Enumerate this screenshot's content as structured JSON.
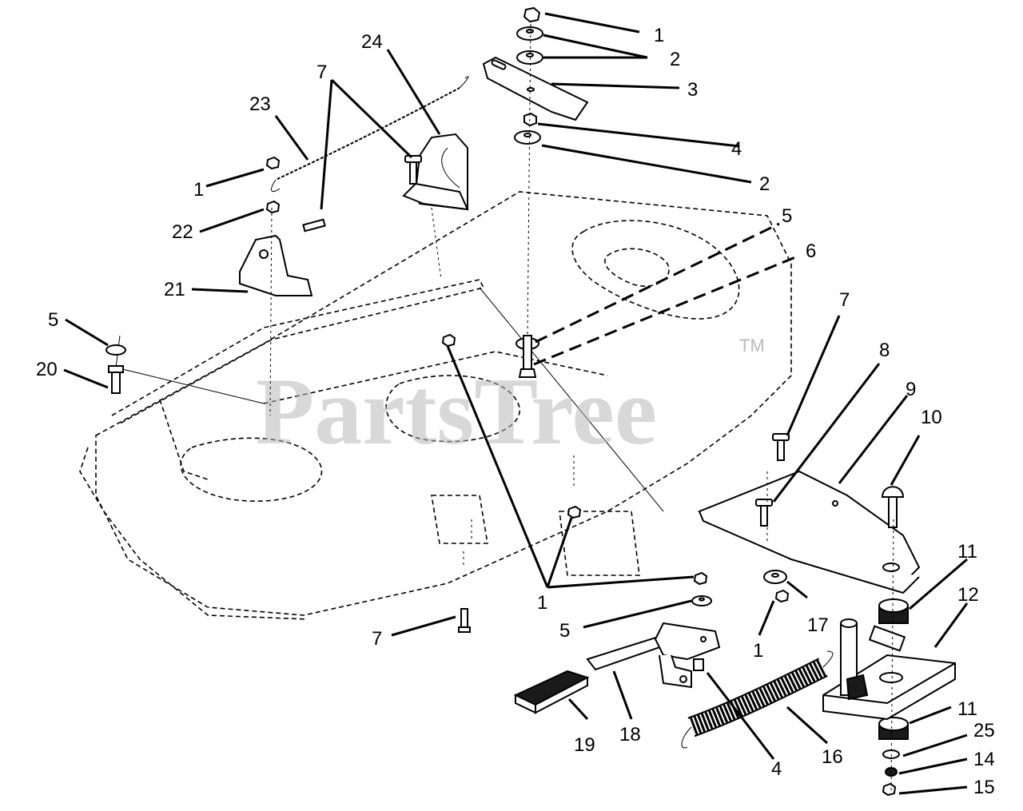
{
  "watermark": {
    "text": "PartsTree",
    "trademark": "TM"
  },
  "callouts": [
    {
      "id": "c1a",
      "label": "1"
    },
    {
      "id": "c2a",
      "label": "2"
    },
    {
      "id": "c3",
      "label": "3"
    },
    {
      "id": "c4a",
      "label": "4"
    },
    {
      "id": "c2b",
      "label": "2"
    },
    {
      "id": "c24",
      "label": "24"
    },
    {
      "id": "c7a",
      "label": "7"
    },
    {
      "id": "c23",
      "label": "23"
    },
    {
      "id": "c1b",
      "label": "1"
    },
    {
      "id": "c22",
      "label": "22"
    },
    {
      "id": "c21",
      "label": "21"
    },
    {
      "id": "c5a",
      "label": "5"
    },
    {
      "id": "c20",
      "label": "20"
    },
    {
      "id": "c5b",
      "label": "5"
    },
    {
      "id": "c6",
      "label": "6"
    },
    {
      "id": "c7b",
      "label": "7"
    },
    {
      "id": "c8",
      "label": "8"
    },
    {
      "id": "c9",
      "label": "9"
    },
    {
      "id": "c10",
      "label": "10"
    },
    {
      "id": "c11a",
      "label": "11"
    },
    {
      "id": "c12",
      "label": "12"
    },
    {
      "id": "c17",
      "label": "17"
    },
    {
      "id": "c1c",
      "label": "1"
    },
    {
      "id": "c1d",
      "label": "1"
    },
    {
      "id": "c5c",
      "label": "5"
    },
    {
      "id": "c7c",
      "label": "7"
    },
    {
      "id": "c19",
      "label": "19"
    },
    {
      "id": "c18",
      "label": "18"
    },
    {
      "id": "c4b",
      "label": "4"
    },
    {
      "id": "c16",
      "label": "16"
    },
    {
      "id": "c11b",
      "label": "11"
    },
    {
      "id": "c25",
      "label": "25"
    },
    {
      "id": "c14",
      "label": "14"
    },
    {
      "id": "c15",
      "label": "15"
    }
  ]
}
